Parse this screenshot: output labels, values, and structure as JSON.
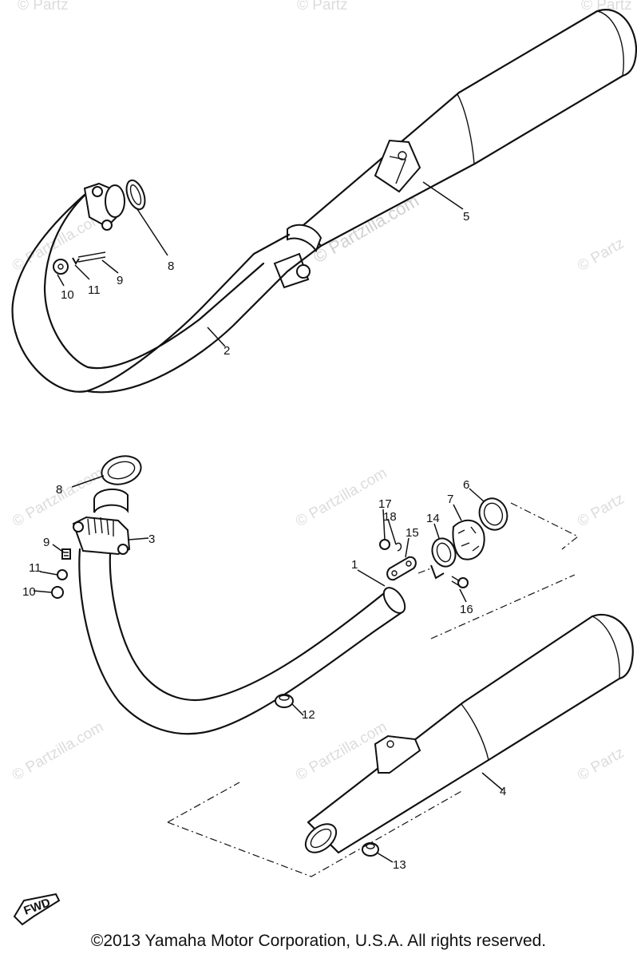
{
  "watermark": {
    "text": "© Partzilla.com",
    "text_short": "© Partz",
    "text_inline": "© Partzilla.com"
  },
  "callouts": {
    "c1": "1",
    "c2": "2",
    "c3": "3",
    "c4": "4",
    "c5": "5",
    "c6": "6",
    "c7": "7",
    "c8a": "8",
    "c8b": "8",
    "c9a": "9",
    "c9b": "9",
    "c10a": "10",
    "c10b": "10",
    "c11a": "11",
    "c11b": "11",
    "c12": "12",
    "c13": "13",
    "c14": "14",
    "c15": "15",
    "c16": "16",
    "c17": "17",
    "c18": "18"
  },
  "fwd_label": "FWD",
  "copyright": "©2013 Yamaha Motor Corporation, U.S.A. All rights reserved."
}
